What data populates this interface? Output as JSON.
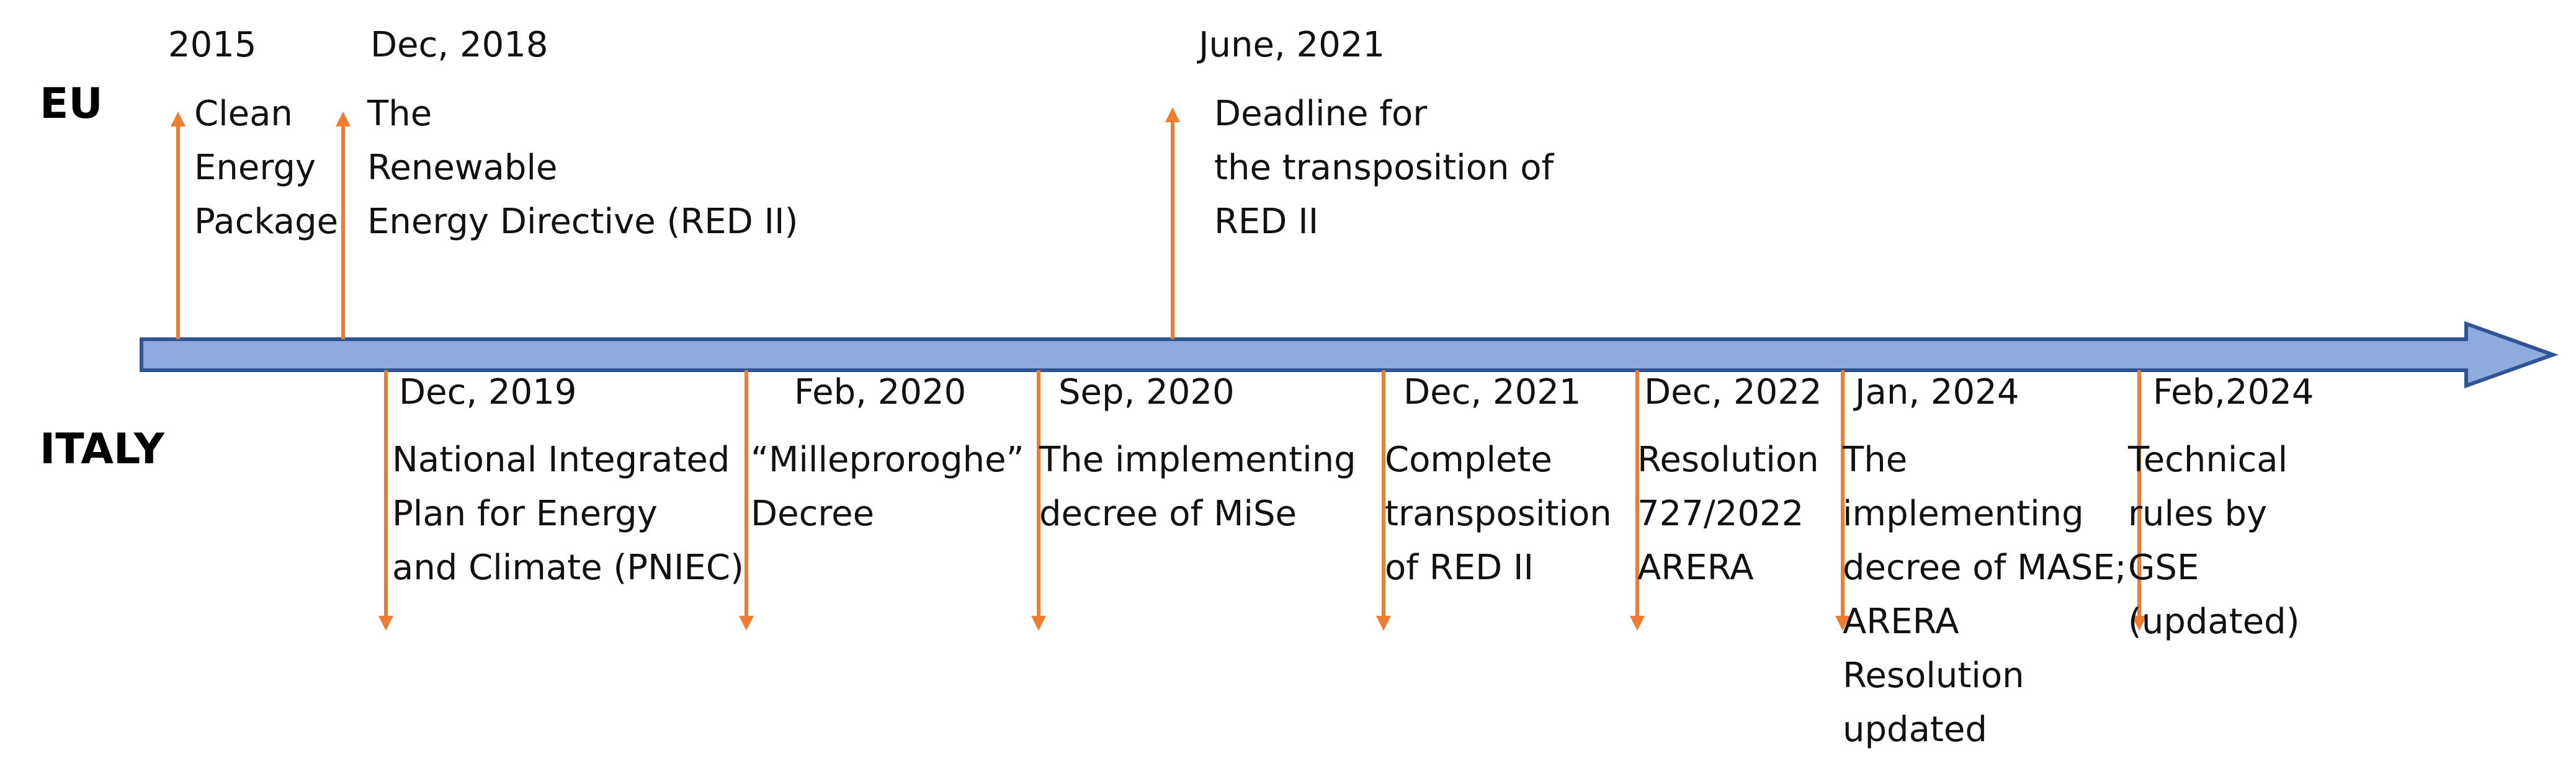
{
  "labels": {
    "eu": "EU",
    "italy": "ITALY"
  },
  "colors": {
    "arrow": "#ed7d31",
    "axis_fill": "#8faadc",
    "axis_stroke": "#2f5597"
  },
  "eu_events": [
    {
      "date": "2015",
      "lines": [
        "Clean",
        "Energy",
        "Package"
      ]
    },
    {
      "date": "Dec, 2018",
      "lines": [
        "The",
        "Renewable",
        "Energy Directive (RED II)"
      ]
    },
    {
      "date": "June, 2021",
      "lines": [
        "Deadline for",
        "the transposition of",
        "RED II"
      ]
    }
  ],
  "italy_events": [
    {
      "date": "Dec, 2019",
      "lines": [
        "National Integrated",
        "Plan for Energy",
        "and Climate (PNIEC)"
      ]
    },
    {
      "date": "Feb, 2020",
      "lines": [
        "“Milleproroghe”",
        "Decree"
      ]
    },
    {
      "date": "Sep, 2020",
      "lines": [
        "The implementing",
        "decree of MiSe"
      ]
    },
    {
      "date": "Dec, 2021",
      "lines": [
        "Complete",
        "transposition",
        "of RED II"
      ]
    },
    {
      "date": "Dec, 2022",
      "lines": [
        "Resolution",
        "727/2022",
        "ARERA"
      ]
    },
    {
      "date": "Jan, 2024",
      "lines": [
        "The",
        "implementing",
        "decree of MASE;",
        "ARERA",
        "Resolution",
        "updated"
      ]
    },
    {
      "date": "Feb,2024",
      "lines": [
        "Technical",
        "rules by",
        "GSE",
        "(updated)"
      ]
    }
  ]
}
